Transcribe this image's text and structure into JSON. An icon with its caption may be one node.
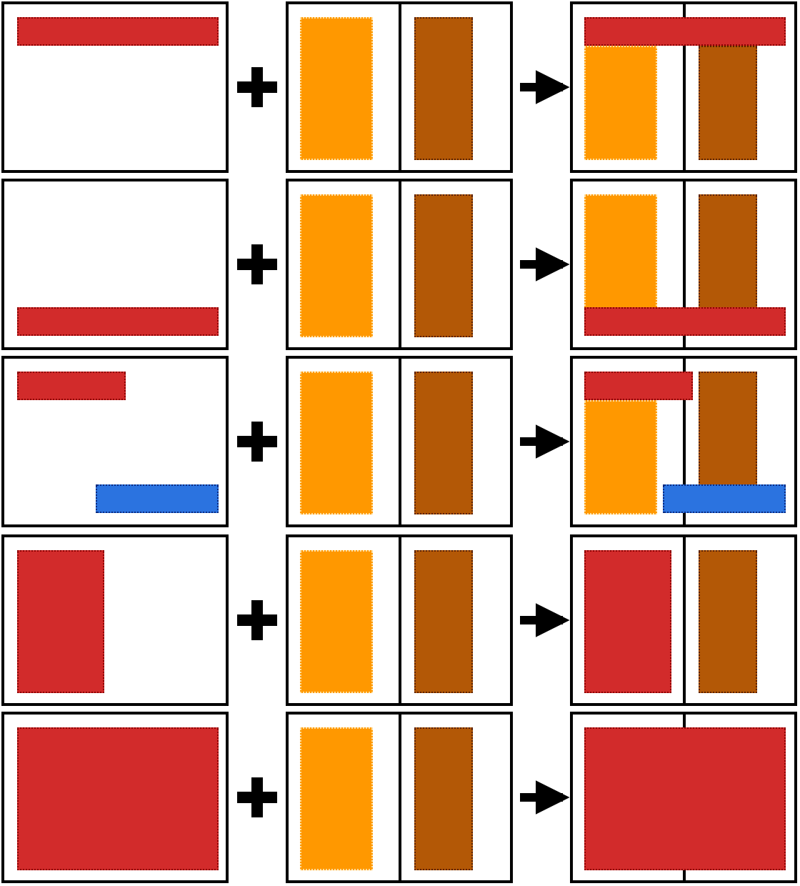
{
  "diagram": {
    "nodes": [
      {
        "text": [],
        "shape": "box"
      },
      {
        "text": [],
        "shape": "box",
        "in": 0
      },
      {
        "text": [],
        "shape": "box"
      },
      {
        "text": [],
        "shape": "box",
        "in": 2
      },
      {
        "text": [],
        "shape": "box",
        "in": 2
      },
      {
        "text": [],
        "shape": "box"
      },
      {
        "text": [],
        "shape": "box",
        "in": 5
      },
      {
        "text": [],
        "shape": "box",
        "in": 5
      },
      {
        "text": [],
        "shape": "box",
        "in": 5
      },
      {
        "text": [],
        "shape": "box"
      },
      {
        "text": [],
        "shape": "box",
        "in": 9
      },
      {
        "text": [],
        "shape": "box"
      },
      {
        "text": [],
        "shape": "box",
        "in": 11
      },
      {
        "text": [],
        "shape": "box",
        "in": 11
      },
      {
        "text": [],
        "shape": "box"
      },
      {
        "text": [],
        "shape": "box",
        "in": 14
      },
      {
        "text": [],
        "shape": "box",
        "in": 14
      },
      {
        "text": [],
        "shape": "box",
        "in": 14
      },
      {
        "text": [],
        "shape": "box"
      },
      {
        "text": [],
        "shape": "box",
        "in": 18
      },
      {
        "text": [],
        "shape": "box",
        "in": 18
      },
      {
        "text": [],
        "shape": "box"
      },
      {
        "text": [],
        "shape": "box",
        "in": 21
      },
      {
        "text": [],
        "shape": "box",
        "in": 21
      },
      {
        "text": [],
        "shape": "box"
      },
      {
        "text": [],
        "shape": "box",
        "in": 24
      },
      {
        "text": [],
        "shape": "box",
        "in": 24
      },
      {
        "text": [],
        "shape": "box",
        "in": 24
      },
      {
        "text": [],
        "shape": "box",
        "in": 24
      },
      {
        "text": [],
        "shape": "box"
      },
      {
        "text": [],
        "shape": "box",
        "in": 29
      },
      {
        "text": [],
        "shape": "box"
      },
      {
        "text": [],
        "shape": "box",
        "in": 31
      },
      {
        "text": [],
        "shape": "box",
        "in": 31
      },
      {
        "text": [],
        "shape": "box"
      },
      {
        "text": [],
        "shape": "box",
        "in": 34
      },
      {
        "text": [],
        "shape": "box",
        "in": 34
      },
      {
        "text": [],
        "shape": "box"
      },
      {
        "text": [],
        "shape": "box",
        "in": 37
      },
      {
        "text": [],
        "shape": "box"
      },
      {
        "text": [],
        "shape": "box",
        "in": 39
      },
      {
        "text": [],
        "shape": "box",
        "in": 39
      },
      {
        "text": [],
        "shape": "box"
      },
      {
        "text": [],
        "shape": "box",
        "in": 42
      }
    ],
    "edges": [
      {
        "from": 2,
        "to": 5,
        "arrow": "to"
      },
      {
        "from": 11,
        "to": 14,
        "arrow": "to"
      },
      {
        "from": 21,
        "to": 24,
        "arrow": "to"
      },
      {
        "from": 31,
        "to": 34,
        "arrow": "to"
      },
      {
        "from": 39,
        "to": 42,
        "arrow": "to"
      }
    ]
  }
}
